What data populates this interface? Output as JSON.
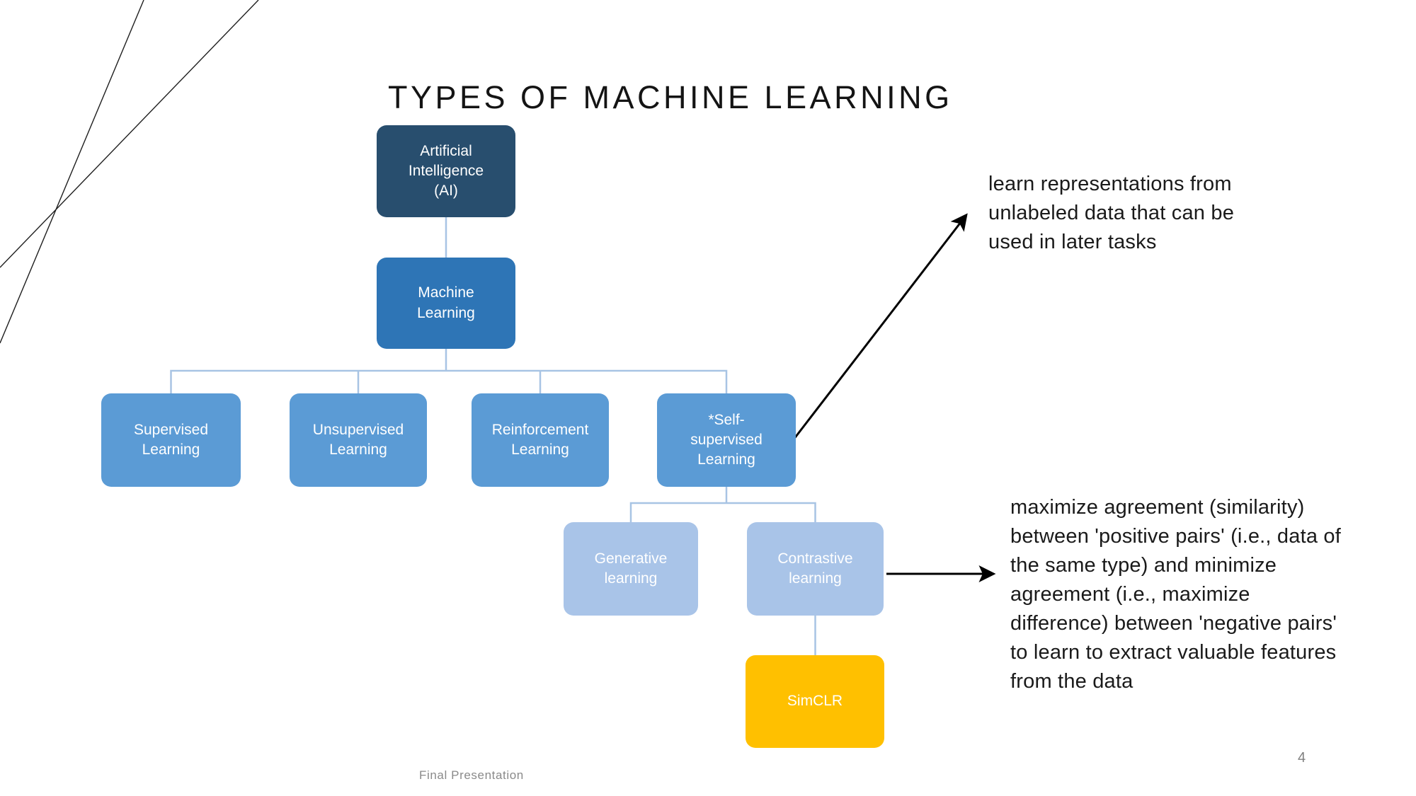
{
  "slide": {
    "title": "TYPES OF MACHINE LEARNING",
    "footer": "Final Presentation",
    "page_number": "4"
  },
  "diagram": {
    "nodes": {
      "ai": {
        "label": "Artificial\nIntelligence\n(AI)",
        "level": 1
      },
      "ml": {
        "label": "Machine\nLearning",
        "level": 2
      },
      "supervised": {
        "label": "Supervised\nLearning",
        "level": 3
      },
      "unsupervised": {
        "label": "Unsupervised\nLearning",
        "level": 3
      },
      "reinforcement": {
        "label": "Reinforcement\nLearning",
        "level": 3
      },
      "self_supervised": {
        "label": "*Self-\nsupervised\nLearning",
        "level": 3
      },
      "generative": {
        "label": "Generative\nlearning",
        "level": 4
      },
      "contrastive": {
        "label": "Contrastive\nlearning",
        "level": 4
      },
      "simclr": {
        "label": "SimCLR",
        "level": 5
      }
    },
    "colors": {
      "level1_box": "#284E6E",
      "level2_box": "#2E75B6",
      "level3_box": "#5B9BD5",
      "level4_box": "#A9C4E8",
      "highlight_box": "#FFC000",
      "connector": "#A8C4E4",
      "arrow": "#000000",
      "box_text": "#ffffff"
    }
  },
  "annotations": {
    "self_supervised_note": "learn representations from\nunlabeled data that can be\nused in later tasks",
    "contrastive_note": "maximize agreement (similarity)\nbetween 'positive pairs' (i.e., data of\nthe same type) and minimize\nagreement (i.e., maximize\ndifference) between 'negative pairs'\nto learn to extract valuable features\nfrom the data"
  }
}
